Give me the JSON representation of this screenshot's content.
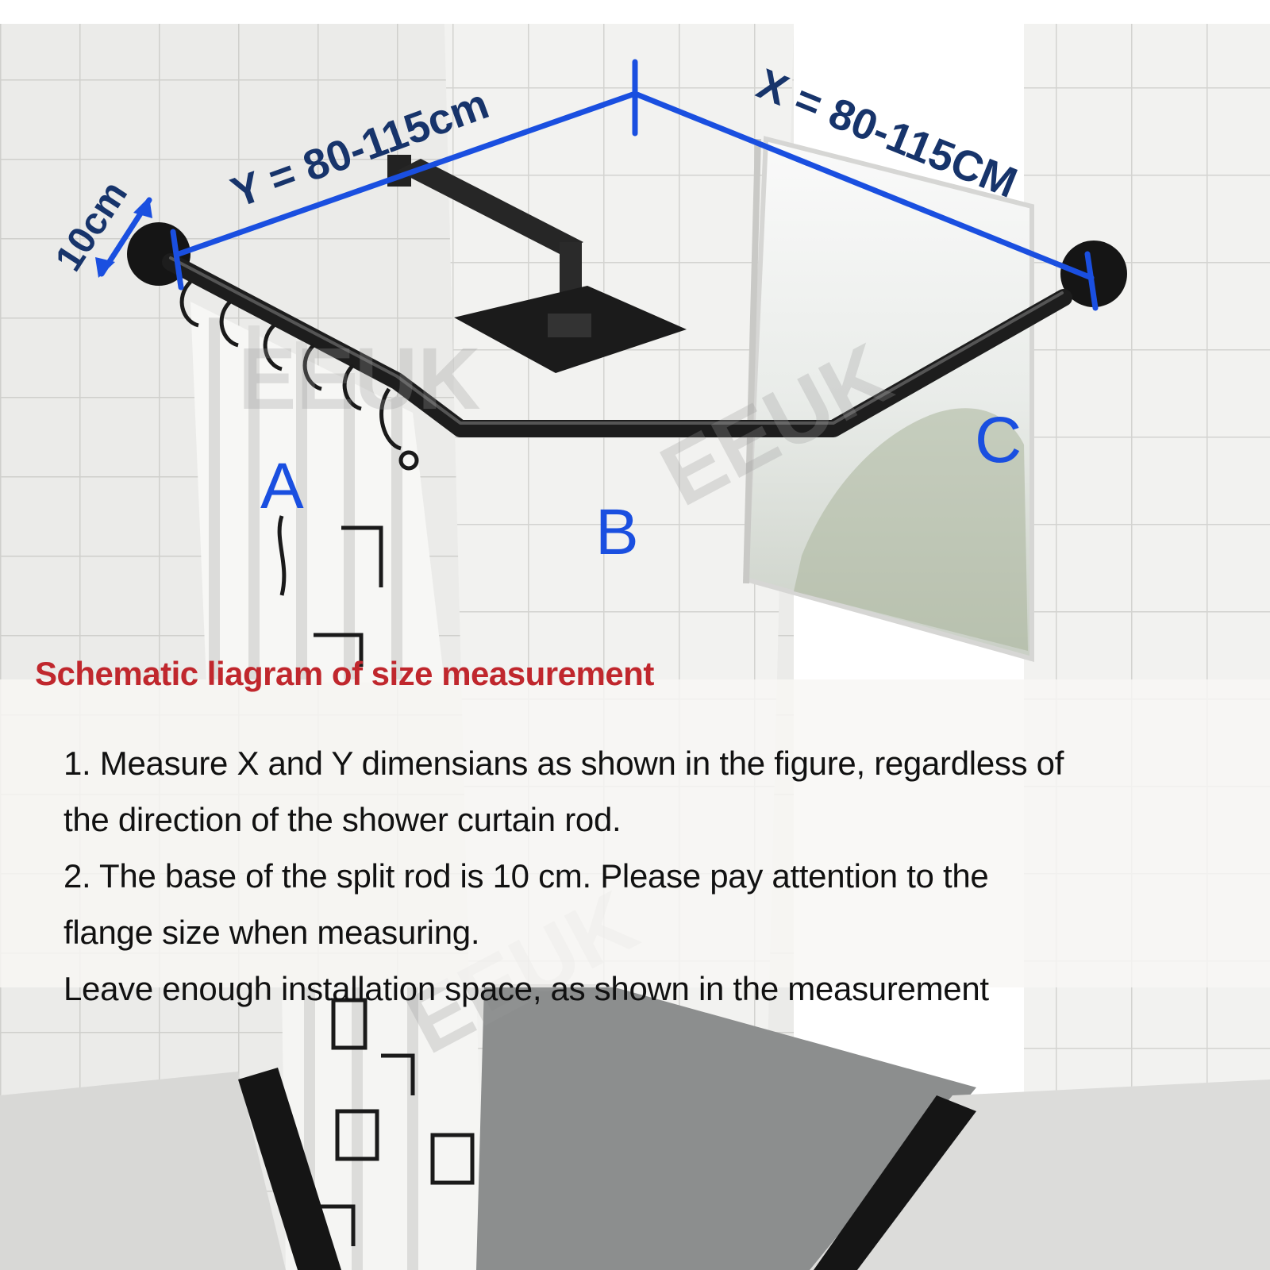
{
  "labels": {
    "y_dimension": "Y = 80-115cm",
    "x_dimension": "X = 80-115CM",
    "base_size": "10cm",
    "section_a": "A",
    "section_b": "B",
    "section_c": "C",
    "watermark": "EEUK"
  },
  "caption": "Schematic liagram of size measurement",
  "instructions": {
    "line1": "1. Measure X and Y dimensians as shown in the figure, regardless of",
    "line2": "the direction of the shower curtain rod.",
    "line3": "2. The base of the split rod is 10 cm. Please pay attention to the",
    "line4": "flange size when measuring.",
    "line5": "Leave enough installation space, as shown in the measurement"
  },
  "colors": {
    "measure_blue": "#1a4fe0",
    "label_navy": "#17346b",
    "caption_red": "#c0272d",
    "rod_black": "#1d1d1d",
    "tile_light": "#ededeb",
    "grout": "#cfcfcc"
  }
}
